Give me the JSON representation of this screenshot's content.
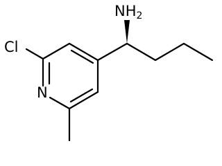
{
  "molecule": {
    "atoms": {
      "chlorine": "Cl",
      "nitrogen": "N",
      "amine": "NH",
      "amine_subscript": "2"
    },
    "colors": {
      "bond": "#000000",
      "label": "#000000",
      "background": "#ffffff"
    }
  }
}
